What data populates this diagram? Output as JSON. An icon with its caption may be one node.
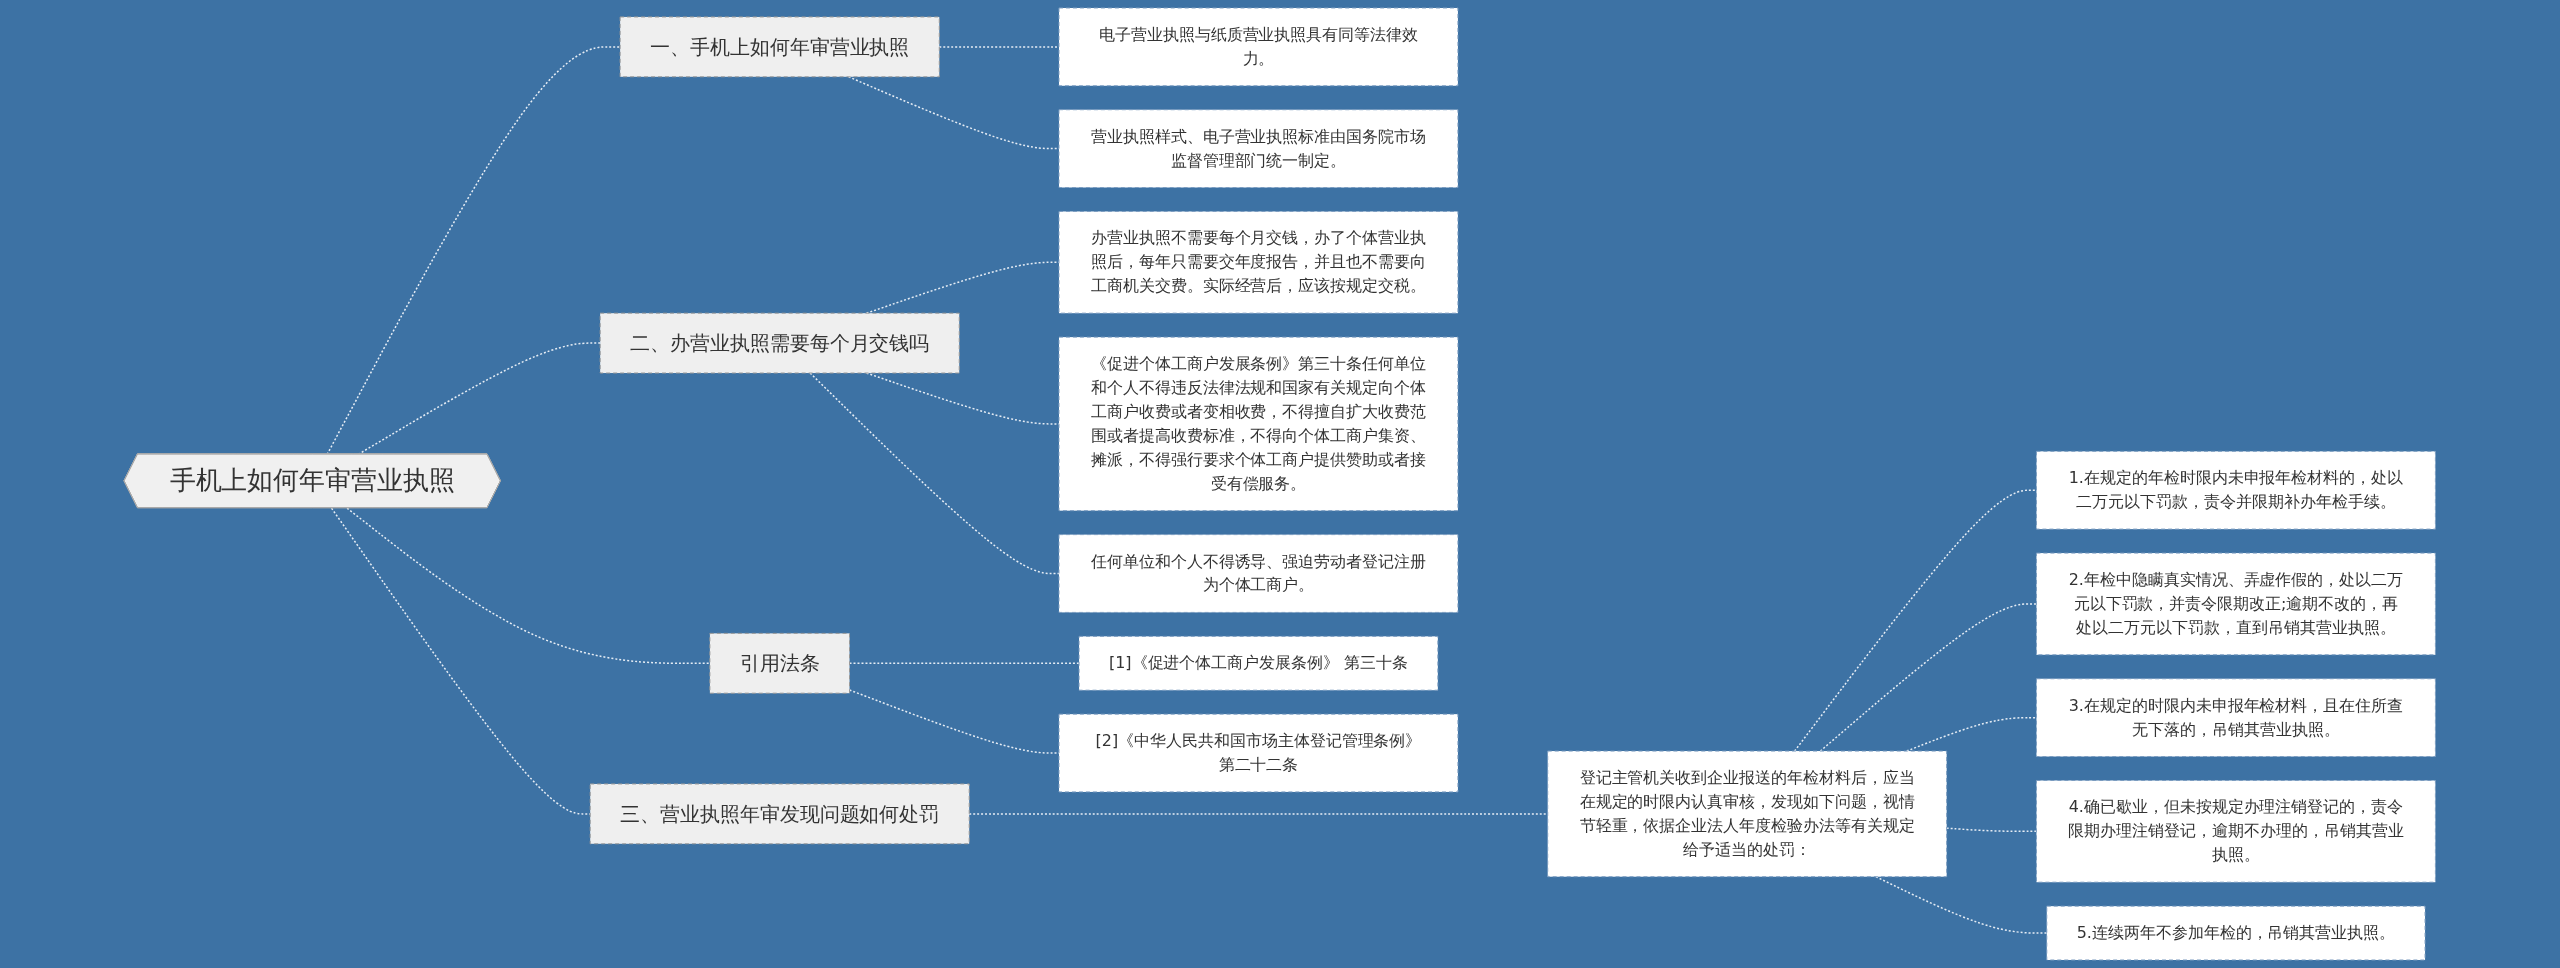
{
  "diagram": {
    "nodes": [
      {
        "text": [
          "手机上如何年审营业执照"
        ]
      },
      {
        "text": [
          "一、手机上如何年审营业执照"
        ]
      },
      {
        "text": [
          "电子营业执照与纸质营业执照具有同等法律效力。"
        ]
      },
      {
        "text": [
          "营业执照样式、电子营业执照标准由国务院市场监督管理部门统一制定。"
        ]
      },
      {
        "text": [
          "二、办营业执照需要每个月交钱吗"
        ]
      },
      {
        "text": [
          "办营业执照不需要每个月交钱，办了个体营业执照后，每年只需要交年度报告，并且也不需要向工商机关交费。实际经营后，应该按规定交税。"
        ]
      },
      {
        "text": [
          "《促进个体工商户发展条例》第三十条任何单位和个人不得违反法律法规和国家有关规定向个体工商户收费或者变相收费，不得擅自扩大收费范围或者提高收费标准，不得向个体工商户集资、摊派，不得强行要求个体工商户提供赞助或者接受有偿服务。"
        ]
      },
      {
        "text": [
          "任何单位和个人不得诱导、强迫劳动者登记注册为个体工商户。"
        ]
      },
      {
        "text": [
          "引用法条"
        ]
      },
      {
        "text": [
          "[1]《促进个体工商户发展条例》 第三十条"
        ]
      },
      {
        "text": [
          "[2]《中华人民共和国市场主体登记管理条例》第二十二条"
        ]
      },
      {
        "text": [
          "三、营业执照年审发现问题如何处罚"
        ]
      },
      {
        "text": [
          "登记主管机关收到企业报送的年检材料后，应当在规定的时限内认真审核，发现如下问题，视情节轻重，依据企业法人年度检验办法等有关规定给予适当的处罚："
        ]
      },
      {
        "text": [
          "1.在规定的年检时限内未申报年检材料的，处以二万元以下罚款，责令并限期补办年检手续。"
        ]
      },
      {
        "text": [
          "2.年检中隐瞒真实情况、弄虚作假的，处以二万元以下罚款，并责令限期改正;逾期不改的，再处以二万元以下罚款，直到吊销其营业执照。"
        ]
      },
      {
        "text": [
          "3.在规定的时限内未申报年检材料，且在住所查无下落的，吊销其营业执照。"
        ]
      },
      {
        "text": [
          "4.确已歇业，但未按规定办理注销登记的，责令限期办理注销登记，逾期不办理的，吊销其营业执照。"
        ]
      },
      {
        "text": [
          "5.连续两年不参加年检的，吊销其营业执照。"
        ]
      }
    ],
    "edges": [
      {
        "from": 0,
        "to": 1,
        "arrow": "none",
        "style": "dashed"
      },
      {
        "from": 1,
        "to": 2,
        "arrow": "none",
        "style": "dashed"
      },
      {
        "from": 1,
        "to": 3,
        "arrow": "none",
        "style": "dashed"
      },
      {
        "from": 0,
        "to": 4,
        "arrow": "none",
        "style": "dashed"
      },
      {
        "from": 4,
        "to": 5,
        "arrow": "none",
        "style": "dashed"
      },
      {
        "from": 4,
        "to": 6,
        "arrow": "none",
        "style": "dashed"
      },
      {
        "from": 4,
        "to": 7,
        "arrow": "none",
        "style": "dashed"
      },
      {
        "from": 0,
        "to": 8,
        "arrow": "none",
        "style": "dashed"
      },
      {
        "from": 8,
        "to": 9,
        "arrow": "none",
        "style": "dashed"
      },
      {
        "from": 8,
        "to": 10,
        "arrow": "none",
        "style": "dashed"
      },
      {
        "from": 0,
        "to": 11,
        "arrow": "none",
        "style": "dashed"
      },
      {
        "from": 11,
        "to": 12,
        "arrow": "none",
        "style": "dashed"
      },
      {
        "from": 12,
        "to": 13,
        "arrow": "none",
        "style": "dashed"
      },
      {
        "from": 12,
        "to": 14,
        "arrow": "none",
        "style": "dashed"
      },
      {
        "from": 12,
        "to": 15,
        "arrow": "none",
        "style": "dashed"
      },
      {
        "from": 12,
        "to": 16,
        "arrow": "none",
        "style": "dashed"
      },
      {
        "from": 12,
        "to": 17,
        "arrow": "none",
        "style": "dashed"
      }
    ]
  }
}
